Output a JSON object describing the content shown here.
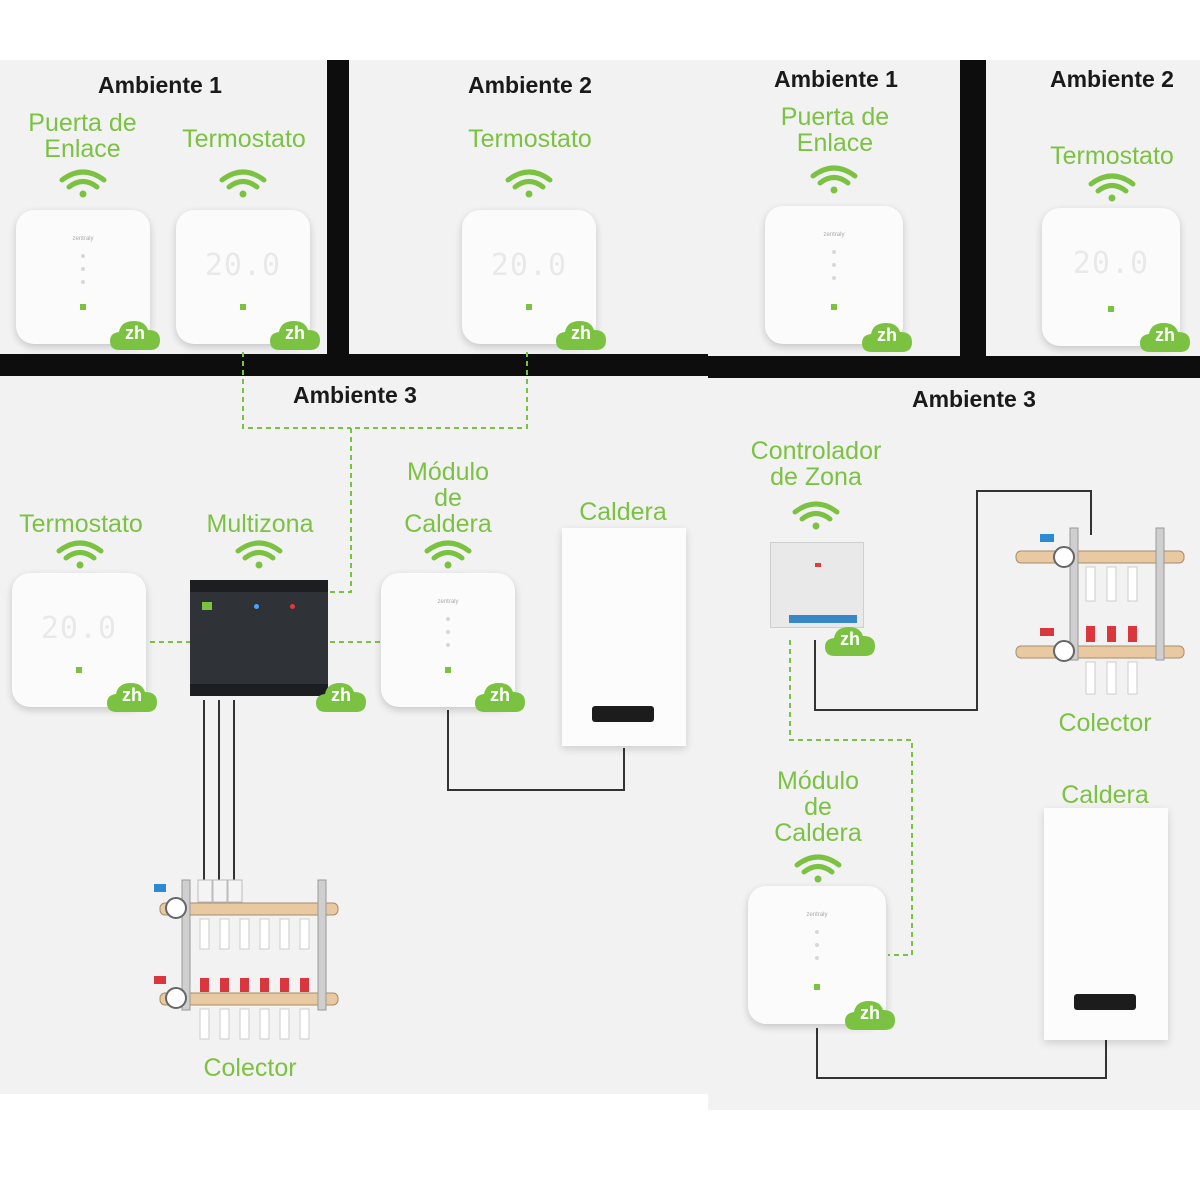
{
  "left": {
    "rooms": [
      {
        "title": "Ambiente 1"
      },
      {
        "title": "Ambiente 2"
      },
      {
        "title": "Ambiente 3"
      }
    ],
    "labels": {
      "gateway": "Puerta de\nEnlace",
      "thermo_r1": "Termostato",
      "thermo_r2": "Termostato",
      "thermo_r3": "Termostato",
      "multizona": "Multizona",
      "boiler_module": "Módulo\nde\nCaldera",
      "boiler": "Caldera",
      "collector": "Colector"
    }
  },
  "right": {
    "rooms": [
      {
        "title": "Ambiente 1"
      },
      {
        "title": "Ambiente 2"
      },
      {
        "title": "Ambiente 3"
      }
    ],
    "labels": {
      "gateway": "Puerta de\nEnlace",
      "thermo_r2": "Termostato",
      "zone_controller": "Controlador\nde Zona",
      "collector": "Colector",
      "boiler_module": "Módulo\nde\nCaldera",
      "boiler": "Caldera"
    }
  },
  "device": {
    "badge": "zh",
    "temp_display": "20.0",
    "brand": "zentraly"
  },
  "colors": {
    "accent_green": "#7cc242",
    "wall": "#0d0d0d",
    "panel_bg": "#f2f2f2",
    "title_text": "#1a1a1a",
    "wire": "#333333"
  }
}
